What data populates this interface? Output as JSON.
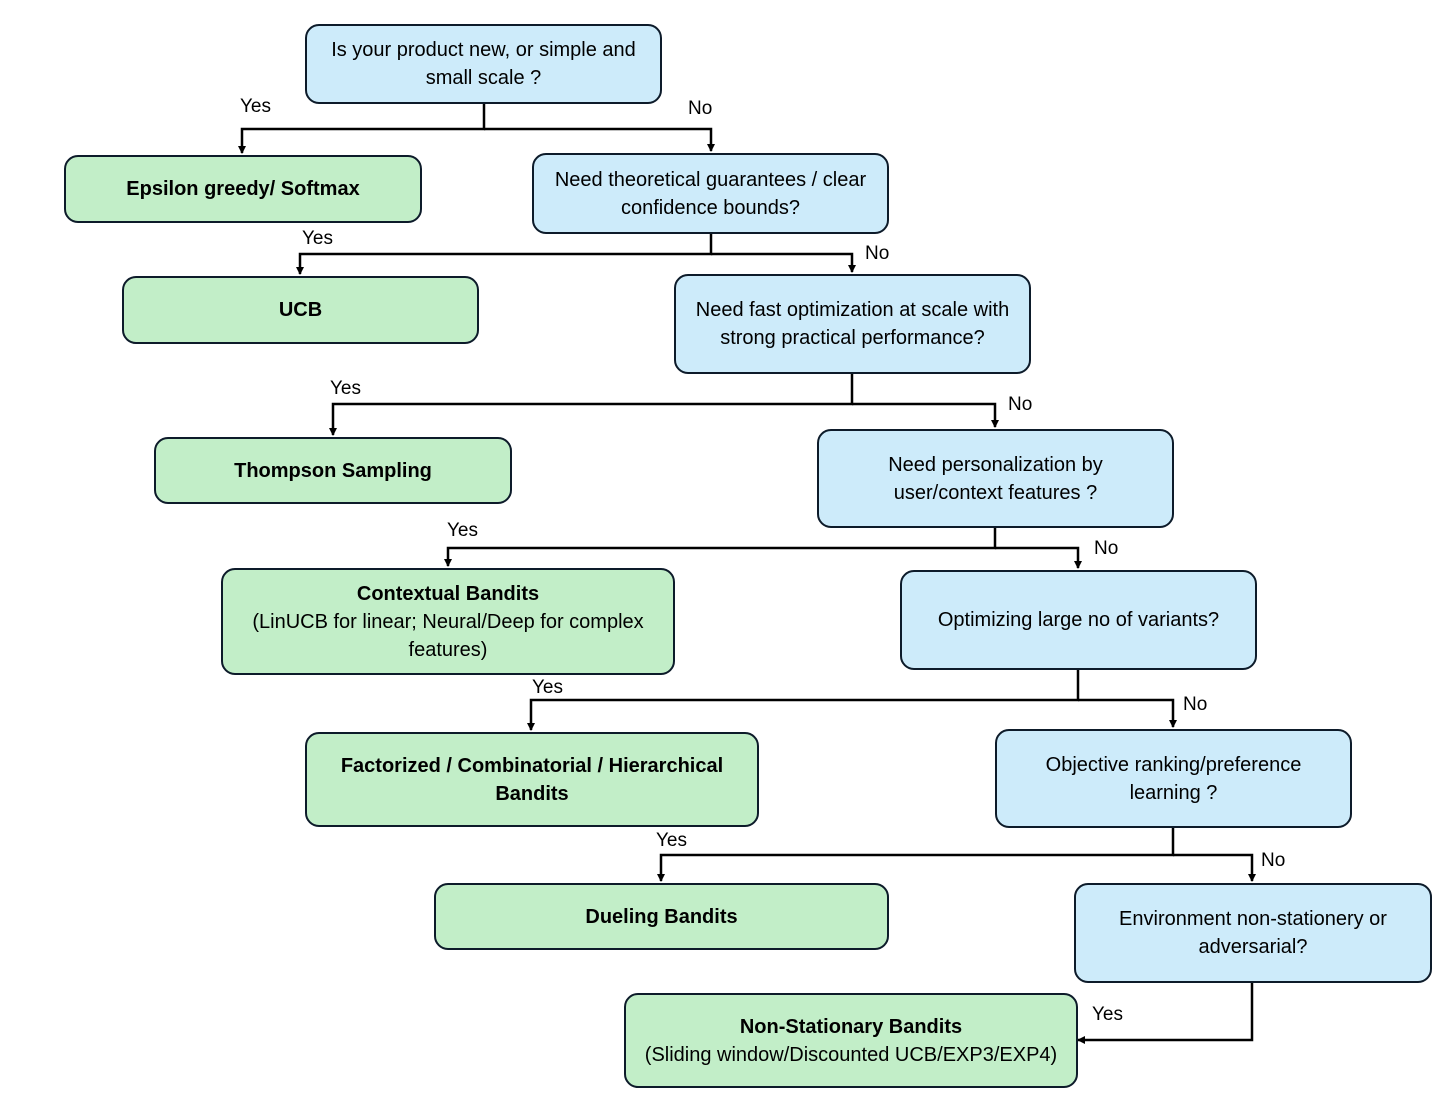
{
  "colors": {
    "question_fill": "#cdebfa",
    "answer_fill": "#c2eec8",
    "border": "#0d1b2a",
    "connector": "#000000"
  },
  "branch_labels": {
    "yes": "Yes",
    "no": "No"
  },
  "questions": [
    {
      "lines": [
        "Is your product new, or simple and",
        "small scale ?"
      ]
    },
    {
      "lines": [
        "Need theoretical guarantees / clear",
        "confidence bounds?"
      ]
    },
    {
      "lines": [
        "Need fast optimization at scale with",
        "strong practical performance?"
      ]
    },
    {
      "lines": [
        "Need personalization by",
        "user/context features ?"
      ]
    },
    {
      "lines": [
        "Optimizing large no of variants?"
      ]
    },
    {
      "lines": [
        "Objective ranking/preference",
        "learning ?"
      ]
    },
    {
      "lines": [
        "Environment non-stationery or",
        "adversarial?"
      ]
    }
  ],
  "answers": [
    {
      "title": "Epsilon greedy/ Softmax"
    },
    {
      "title": "UCB"
    },
    {
      "title": "Thompson Sampling"
    },
    {
      "title": "Contextual Bandits",
      "subtitle": [
        "(LinUCB for linear; Neural/Deep for complex",
        "features)"
      ]
    },
    {
      "title": "Factorized / Combinatorial / Hierarchical Bandits"
    },
    {
      "title": "Dueling Bandits"
    },
    {
      "title": "Non-Stationary Bandits",
      "subtitle": [
        "(Sliding window/Discounted UCB/EXP3/EXP4)"
      ]
    }
  ]
}
